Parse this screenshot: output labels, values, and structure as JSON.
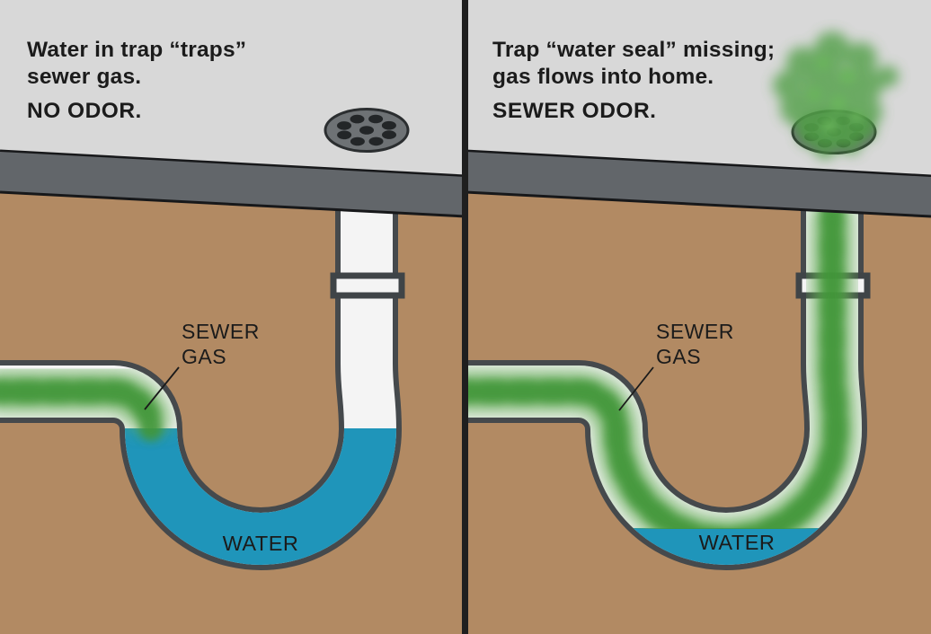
{
  "panels": [
    {
      "id": "no-odor",
      "caption_line1": "Water in trap “traps”",
      "caption_line2": "sewer gas.",
      "odor_status": "NO ODOR.",
      "labels": {
        "gas_line1": "SEWER",
        "gas_line2": "GAS",
        "water": "WATER"
      }
    },
    {
      "id": "sewer-odor",
      "caption_line1": "Trap “water seal” missing;",
      "caption_line2": "gas flows into home.",
      "odor_status": "SEWER ODOR.",
      "labels": {
        "gas_line1": "SEWER",
        "gas_line2": "GAS",
        "water": "WATER"
      }
    }
  ],
  "colors": {
    "soil": "#b28a63",
    "floor": "#d8d8d8",
    "slab": "#62666a",
    "outline": "#17181a",
    "pipe_wall": "#45494c",
    "pipe_interior": "#f4f4f4",
    "water": "#1f95ba",
    "gas_core": "#419538",
    "gas_haze": "#66ad59",
    "drain_plate": "#6e7275",
    "drain_hole": "#232628",
    "text": "#1b1b1b",
    "divider": "#1f1f1f"
  }
}
